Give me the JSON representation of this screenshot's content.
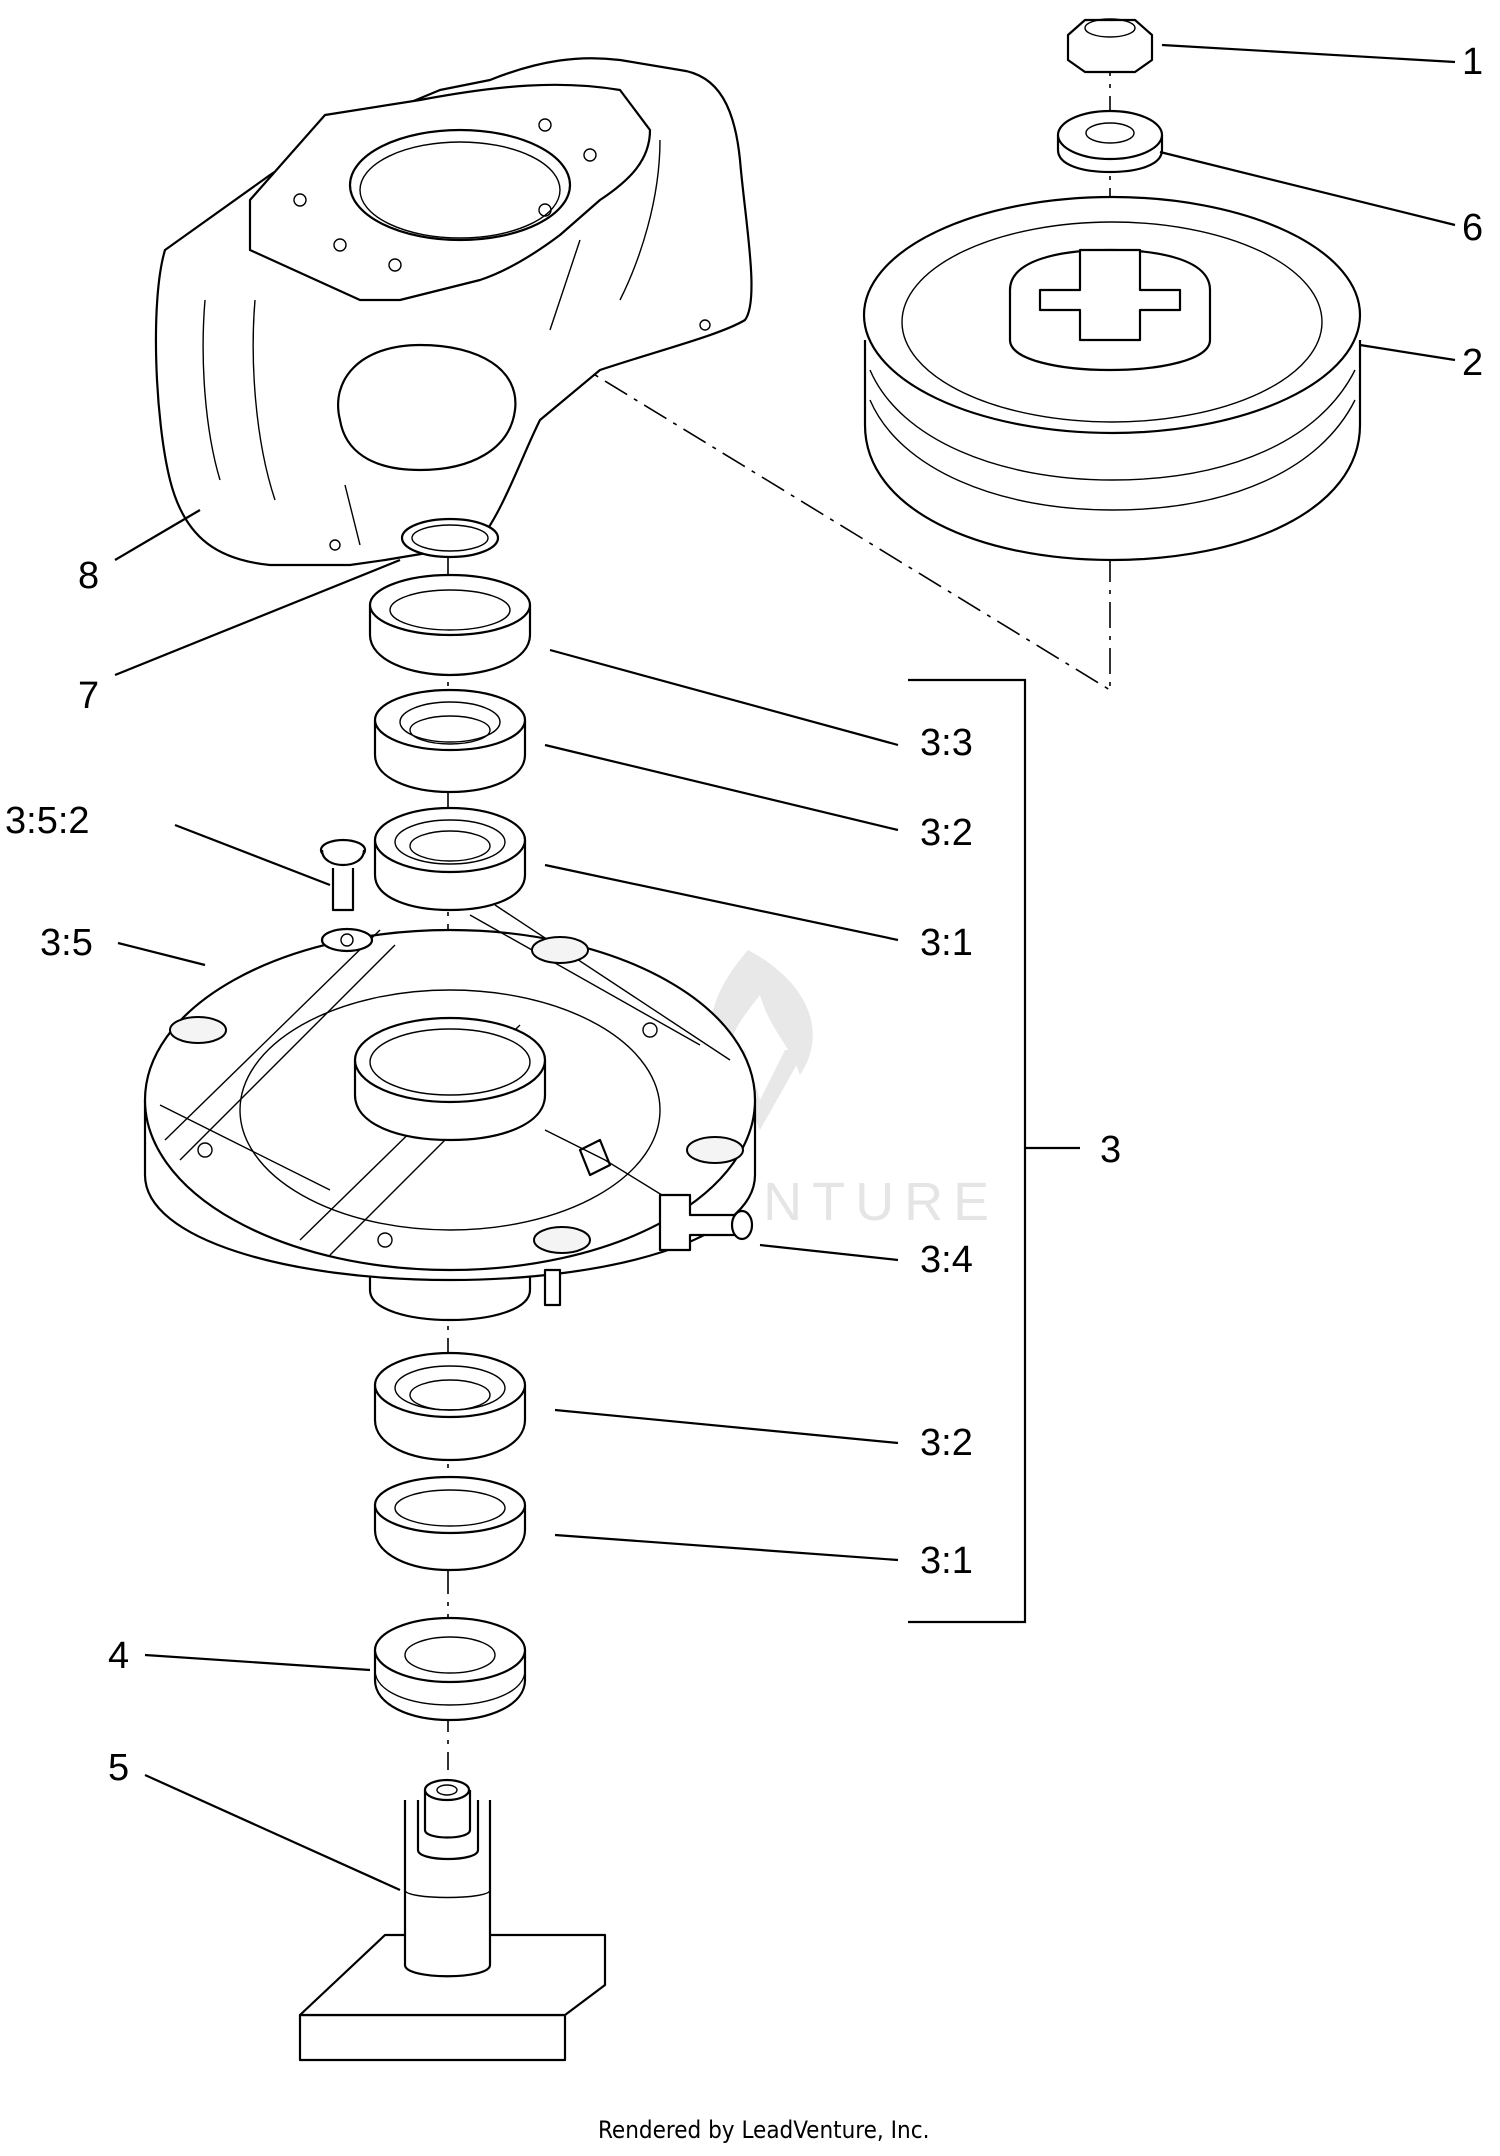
{
  "callouts": [
    {
      "id": "c-1",
      "text": "1"
    },
    {
      "id": "c-6",
      "text": "6"
    },
    {
      "id": "c-2",
      "text": "2"
    },
    {
      "id": "c-8",
      "text": "8"
    },
    {
      "id": "c-7",
      "text": "7"
    },
    {
      "id": "c-3-3",
      "text": "3:3"
    },
    {
      "id": "c-3-2a",
      "text": "3:2"
    },
    {
      "id": "c-3-5-2",
      "text": "3:5:2"
    },
    {
      "id": "c-3-1a",
      "text": "3:1"
    },
    {
      "id": "c-3-5",
      "text": "3:5"
    },
    {
      "id": "c-3",
      "text": "3"
    },
    {
      "id": "c-3-4",
      "text": "3:4"
    },
    {
      "id": "c-3-2b",
      "text": "3:2"
    },
    {
      "id": "c-3-1b",
      "text": "3:1"
    },
    {
      "id": "c-4",
      "text": "4"
    },
    {
      "id": "c-5",
      "text": "5"
    }
  ],
  "watermark": "LEADVENTURE",
  "footer": "Rendered by LeadVenture, Inc."
}
